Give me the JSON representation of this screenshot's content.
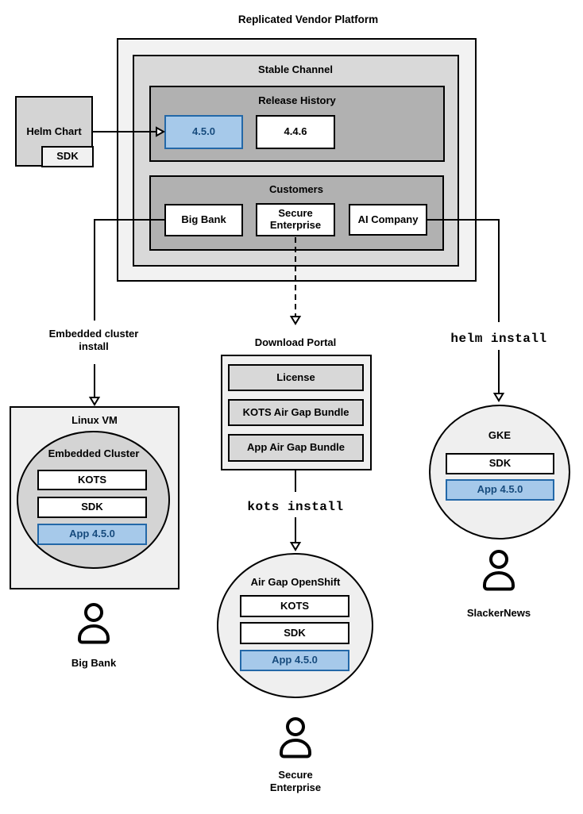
{
  "title": "Replicated Vendor Platform",
  "platform": {
    "stable_channel": "Stable Channel",
    "release_history": {
      "title": "Release History",
      "current_release": "4.5.0",
      "previous_release": "4.4.6"
    },
    "customers": {
      "title": "Customers",
      "big_bank": "Big Bank",
      "secure_enterprise": "Secure\nEnterprise",
      "ai_company": "AI Company"
    }
  },
  "helm_chart": {
    "title": "Helm Chart",
    "sdk": "SDK"
  },
  "left_branch": {
    "install_method": "Embedded cluster\ninstall",
    "vm": "Linux VM",
    "cluster": "Embedded Cluster",
    "components": [
      "KOTS",
      "SDK",
      "App 4.5.0"
    ],
    "user": "Big Bank"
  },
  "middle_branch": {
    "portal": "Download Portal",
    "portal_items": [
      "License",
      "KOTS Air Gap Bundle",
      "App Air Gap Bundle"
    ],
    "command": "kots install",
    "cluster": "Air Gap OpenShift",
    "components": [
      "KOTS",
      "SDK",
      "App 4.5.0"
    ],
    "user": "Secure\nEnterprise"
  },
  "right_branch": {
    "command": "helm install",
    "cluster": "GKE",
    "components": [
      "SDK",
      "App 4.5.0"
    ],
    "user": "SlackerNews"
  },
  "icons": {
    "user": "person-outline-icon"
  },
  "colors": {
    "highlight_fill": "#a6c9ea",
    "highlight_border": "#2368a8",
    "highlight_text": "#174b7d",
    "gray_dark": "#b1b1b1",
    "gray_mid": "#d9d9d9",
    "gray_light": "#f0f0f0"
  }
}
